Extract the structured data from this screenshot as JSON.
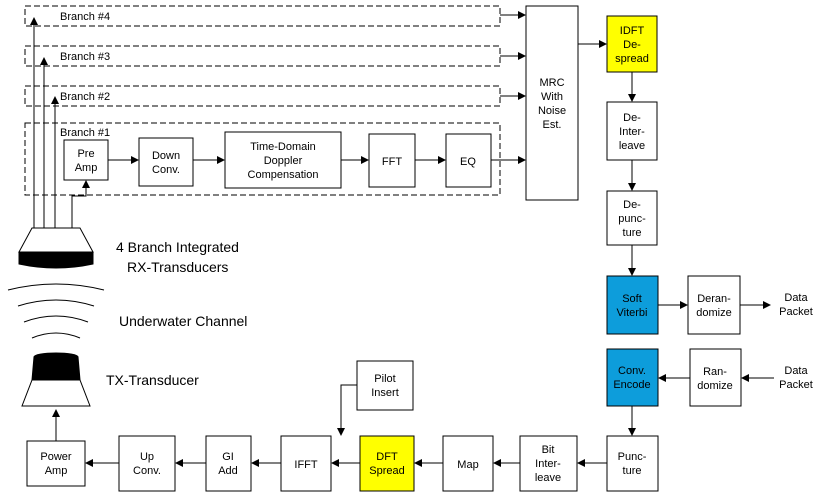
{
  "branches": {
    "b4": "Branch #4",
    "b3": "Branch #3",
    "b2": "Branch #2",
    "b1": "Branch #1"
  },
  "blocks": {
    "pre_amp": [
      "Pre",
      "Amp"
    ],
    "down_conv": [
      "Down",
      "Conv."
    ],
    "doppler": [
      "Time-Domain",
      "Doppler",
      "Compensation"
    ],
    "fft": [
      "FFT"
    ],
    "eq": [
      "EQ"
    ],
    "mrc": [
      "MRC",
      "With",
      "Noise",
      "Est."
    ],
    "idft": [
      "IDFT",
      "De-",
      "spread"
    ],
    "deinterleave": [
      "De-",
      "Inter-",
      "leave"
    ],
    "depuncture": [
      "De-",
      "punc-",
      "ture"
    ],
    "soft_viterbi": [
      "Soft",
      "Viterbi"
    ],
    "derandomize": [
      "Deran-",
      "domize"
    ],
    "data_out": [
      "Data",
      "Packet"
    ],
    "conv_encode": [
      "Conv.",
      "Encode"
    ],
    "randomize": [
      "Ran-",
      "domize"
    ],
    "data_in": [
      "Data",
      "Packet"
    ],
    "puncture": [
      "Punc-",
      "ture"
    ],
    "bit_interleave": [
      "Bit",
      "Inter-",
      "leave"
    ],
    "map": [
      "Map"
    ],
    "dft_spread": [
      "DFT",
      "Spread"
    ],
    "pilot": [
      "Pilot",
      "Insert"
    ],
    "ifft": [
      "IFFT"
    ],
    "gi_add": [
      "GI",
      "Add"
    ],
    "up_conv": [
      "Up",
      "Conv."
    ],
    "power_amp": [
      "Power",
      "Amp"
    ]
  },
  "captions": {
    "rx": [
      "4 Branch Integrated",
      "RX-Transducers"
    ],
    "channel": "Underwater Channel",
    "tx": "TX-Transducer"
  },
  "colors": {
    "yellow": "#ffff00",
    "blue": "#0d9ddb",
    "line": "#000000"
  }
}
